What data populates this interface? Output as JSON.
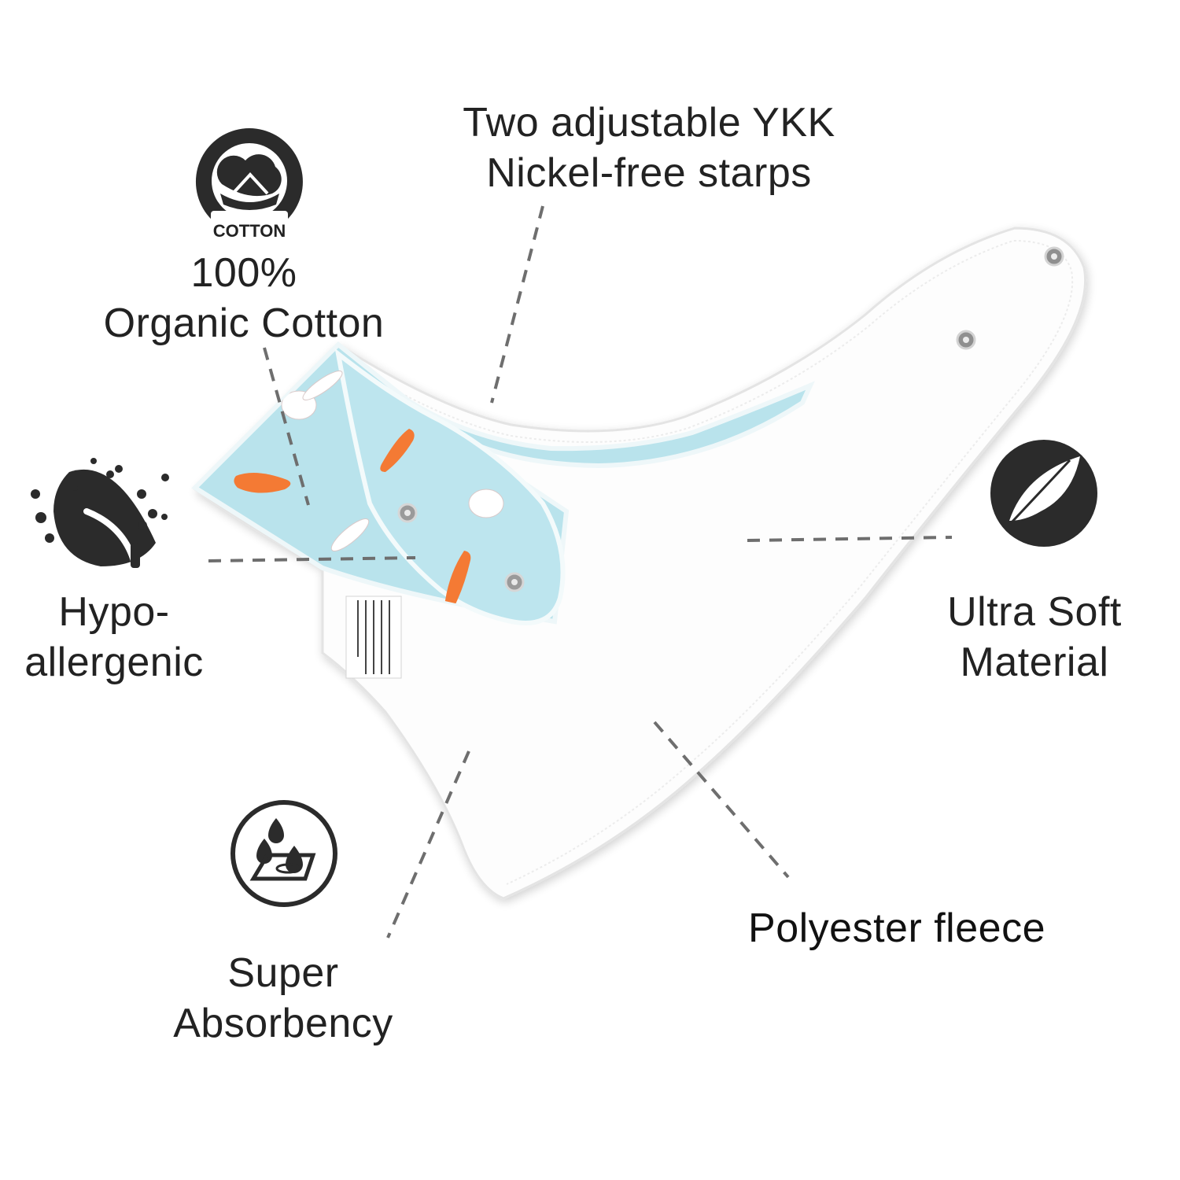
{
  "features": {
    "straps": {
      "line1": "Two adjustable YKK",
      "line2": "Nickel-free starps"
    },
    "cotton": {
      "badge": "COTTON",
      "line1": "100%",
      "line2": "Organic Cotton"
    },
    "hypo": {
      "line1": "Hypo-",
      "line2": "allergenic"
    },
    "soft": {
      "line1": "Ultra Soft",
      "line2": "Material"
    },
    "fleece": {
      "line1": "Polyester fleece"
    },
    "absorb": {
      "line1": "Super",
      "line2": "Absorbency"
    }
  },
  "icons": [
    "cotton-icon",
    "leaf-icon",
    "feather-icon",
    "water-drop-icon"
  ],
  "colors": {
    "icon_dark": "#2b2b2b",
    "bib_fabric": "#b9e3ec",
    "carrot": "#f47a34",
    "fleece": "#ffffff",
    "dashed_line": "#6e6e6e"
  }
}
